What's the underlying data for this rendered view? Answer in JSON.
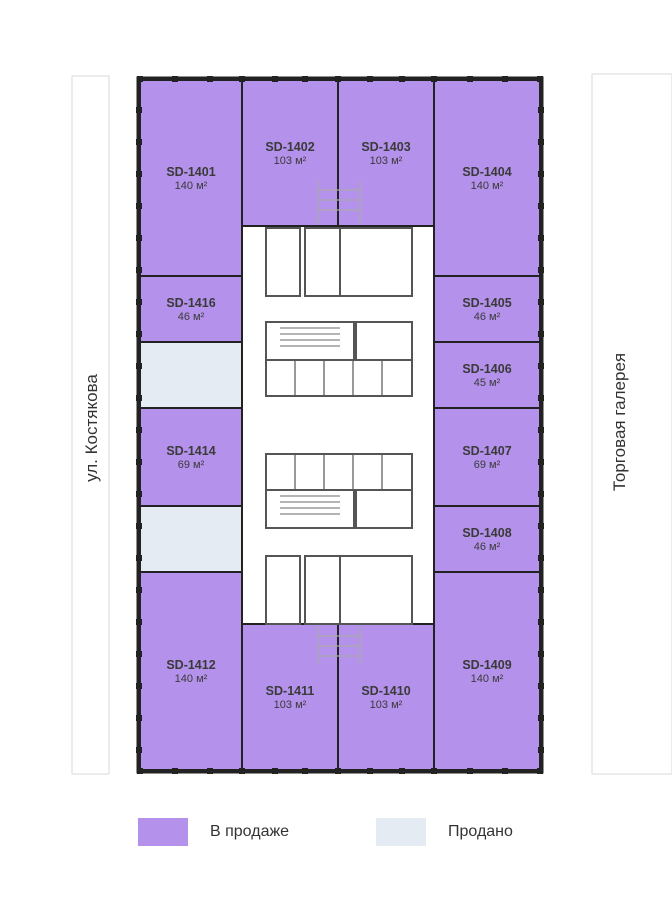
{
  "colors": {
    "for_sale": "#b491ea",
    "sold": "#e4ebf3",
    "wall": "#222222",
    "corridor": "#ffffff",
    "line": "#9a9a9a"
  },
  "street_left": "ул. Костякова",
  "street_right": "Торговая галерея",
  "units": [
    {
      "code": "SD-1401",
      "area": "140 м²",
      "status": "for_sale"
    },
    {
      "code": "SD-1402",
      "area": "103 м²",
      "status": "for_sale"
    },
    {
      "code": "SD-1403",
      "area": "103 м²",
      "status": "for_sale"
    },
    {
      "code": "SD-1404",
      "area": "140 м²",
      "status": "for_sale"
    },
    {
      "code": "SD-1416",
      "area": "46 м²",
      "status": "for_sale"
    },
    {
      "code": "",
      "area": "",
      "status": "sold"
    },
    {
      "code": "SD-1414",
      "area": "69 м²",
      "status": "for_sale"
    },
    {
      "code": "",
      "area": "",
      "status": "sold"
    },
    {
      "code": "SD-1412",
      "area": "140 м²",
      "status": "for_sale"
    },
    {
      "code": "SD-1405",
      "area": "46 м²",
      "status": "for_sale"
    },
    {
      "code": "SD-1406",
      "area": "45 м²",
      "status": "for_sale"
    },
    {
      "code": "SD-1407",
      "area": "69 м²",
      "status": "for_sale"
    },
    {
      "code": "SD-1408",
      "area": "46 м²",
      "status": "for_sale"
    },
    {
      "code": "SD-1409",
      "area": "140 м²",
      "status": "for_sale"
    },
    {
      "code": "SD-1411",
      "area": "103 м²",
      "status": "for_sale"
    },
    {
      "code": "SD-1410",
      "area": "103 м²",
      "status": "for_sale"
    }
  ],
  "legend": {
    "for_sale": "В продаже",
    "sold": "Продано"
  }
}
